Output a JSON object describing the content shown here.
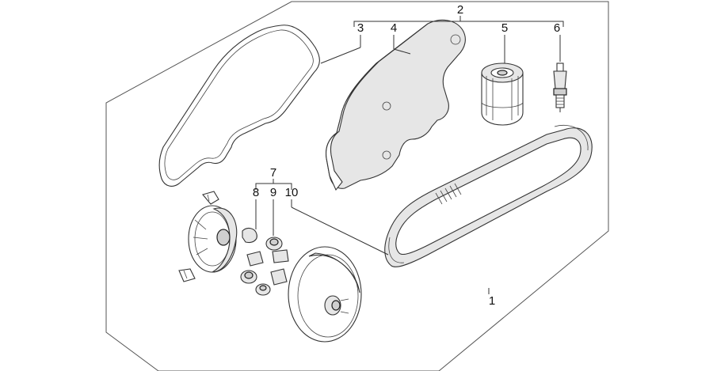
{
  "callouts": {
    "c1": "1",
    "c2": "2",
    "c3": "3",
    "c4": "4",
    "c5": "5",
    "c6": "6",
    "c7": "7",
    "c8": "8",
    "c9": "9",
    "c10": "10"
  },
  "parts": [
    {
      "number": "1",
      "name": "service-kit"
    },
    {
      "number": "2",
      "name": "filter-group"
    },
    {
      "number": "3",
      "name": "air-filter-element"
    },
    {
      "number": "4",
      "name": "filter-sponge-plate"
    },
    {
      "number": "5",
      "name": "oil-filter"
    },
    {
      "number": "6",
      "name": "spark-plug"
    },
    {
      "number": "7",
      "name": "roller-set"
    },
    {
      "number": "8",
      "name": "slider"
    },
    {
      "number": "9",
      "name": "roller"
    },
    {
      "number": "10",
      "name": "drive-belt"
    }
  ]
}
